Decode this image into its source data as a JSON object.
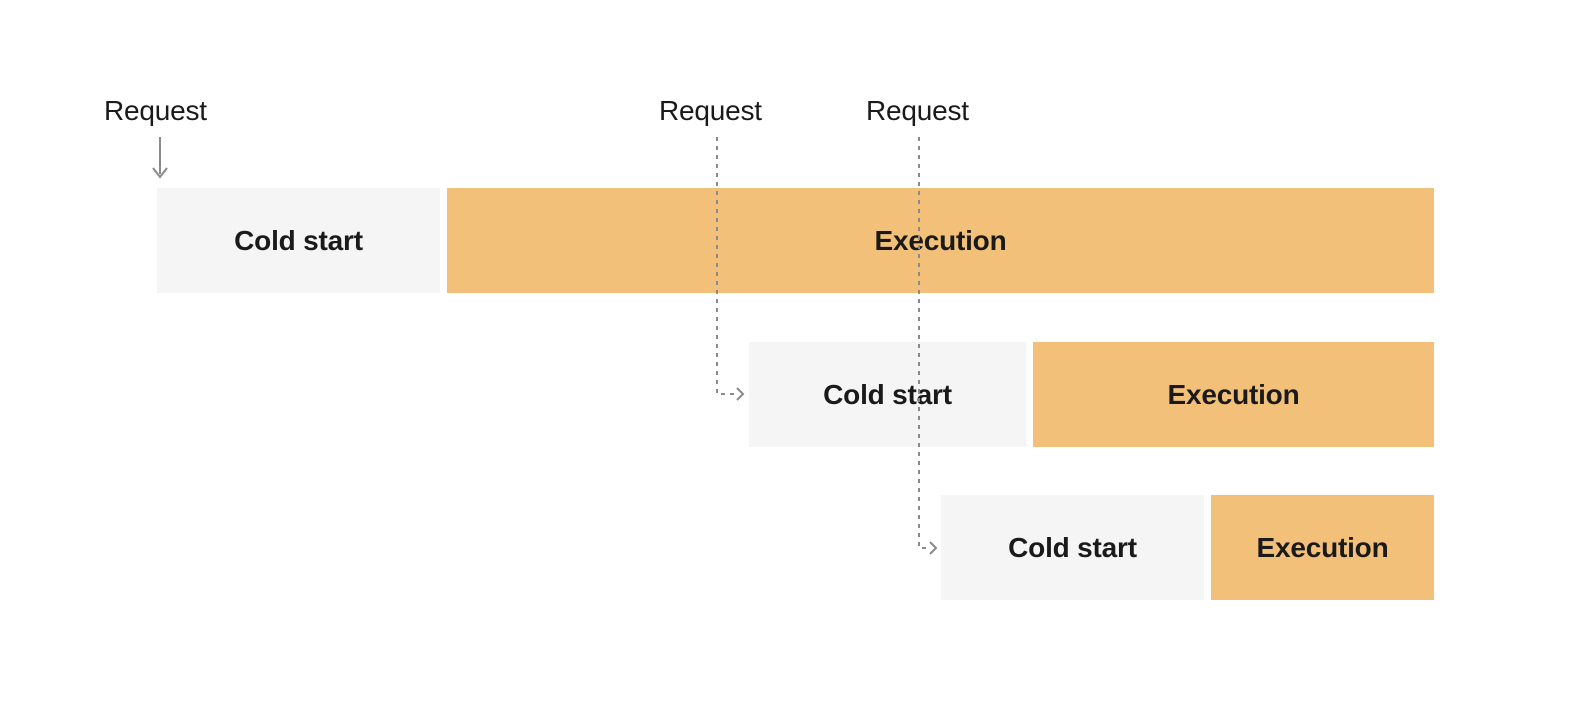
{
  "colors": {
    "execution": "#f3c07a",
    "cold_start": "#f5f5f5",
    "arrow": "#8a8a8a",
    "text": "#1a1a1a",
    "canvas_bg": "#ffffff"
  },
  "requests": [
    {
      "label": "Request"
    },
    {
      "label": "Request"
    },
    {
      "label": "Request"
    }
  ],
  "rows": [
    {
      "cold_start_label": "Cold start",
      "execution_label": "Execution"
    },
    {
      "cold_start_label": "Cold start",
      "execution_label": "Execution"
    },
    {
      "cold_start_label": "Cold start",
      "execution_label": "Execution"
    }
  ]
}
